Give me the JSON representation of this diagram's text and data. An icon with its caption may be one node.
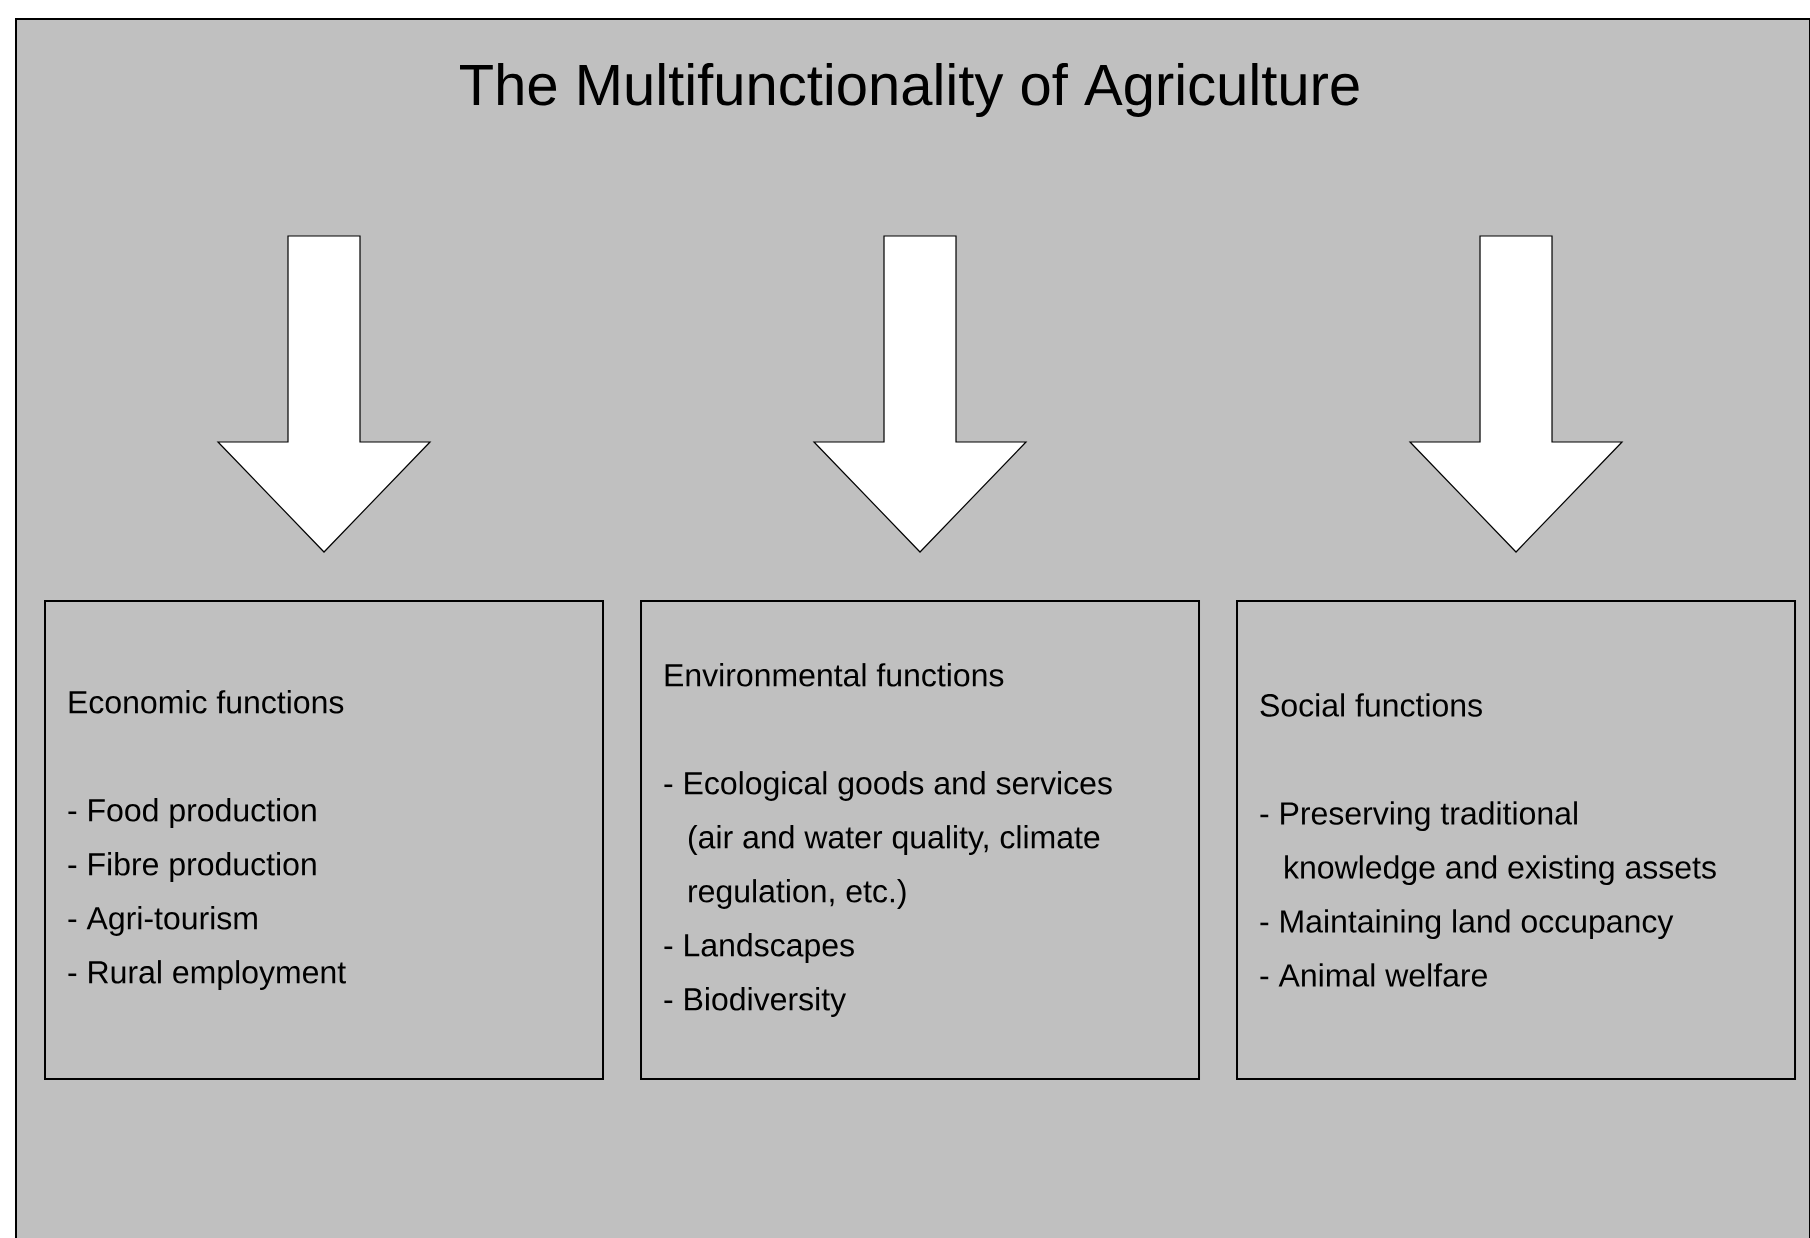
{
  "diagram": {
    "title": "The Multifunctionality of Agriculture",
    "nodes": [
      {
        "text": [
          "Economic functions",
          "- Food production",
          "- Fibre production",
          "- Agri-tourism",
          "- Rural employment"
        ]
      },
      {
        "text": [
          "Environmental functions",
          "- Ecological goods and services (air and water quality, climate regulation, etc.)",
          "- Landscapes",
          "- Biodiversity"
        ]
      },
      {
        "text": [
          "Social functions",
          "- Preserving traditional knowledge and existing assets",
          "- Maintaining land occupancy",
          "- Animal welfare"
        ]
      }
    ],
    "edges": [
      {
        "from": null,
        "to": 0,
        "arrow": "to"
      },
      {
        "from": null,
        "to": 1,
        "arrow": "to"
      },
      {
        "from": null,
        "to": 2,
        "arrow": "to"
      }
    ]
  }
}
